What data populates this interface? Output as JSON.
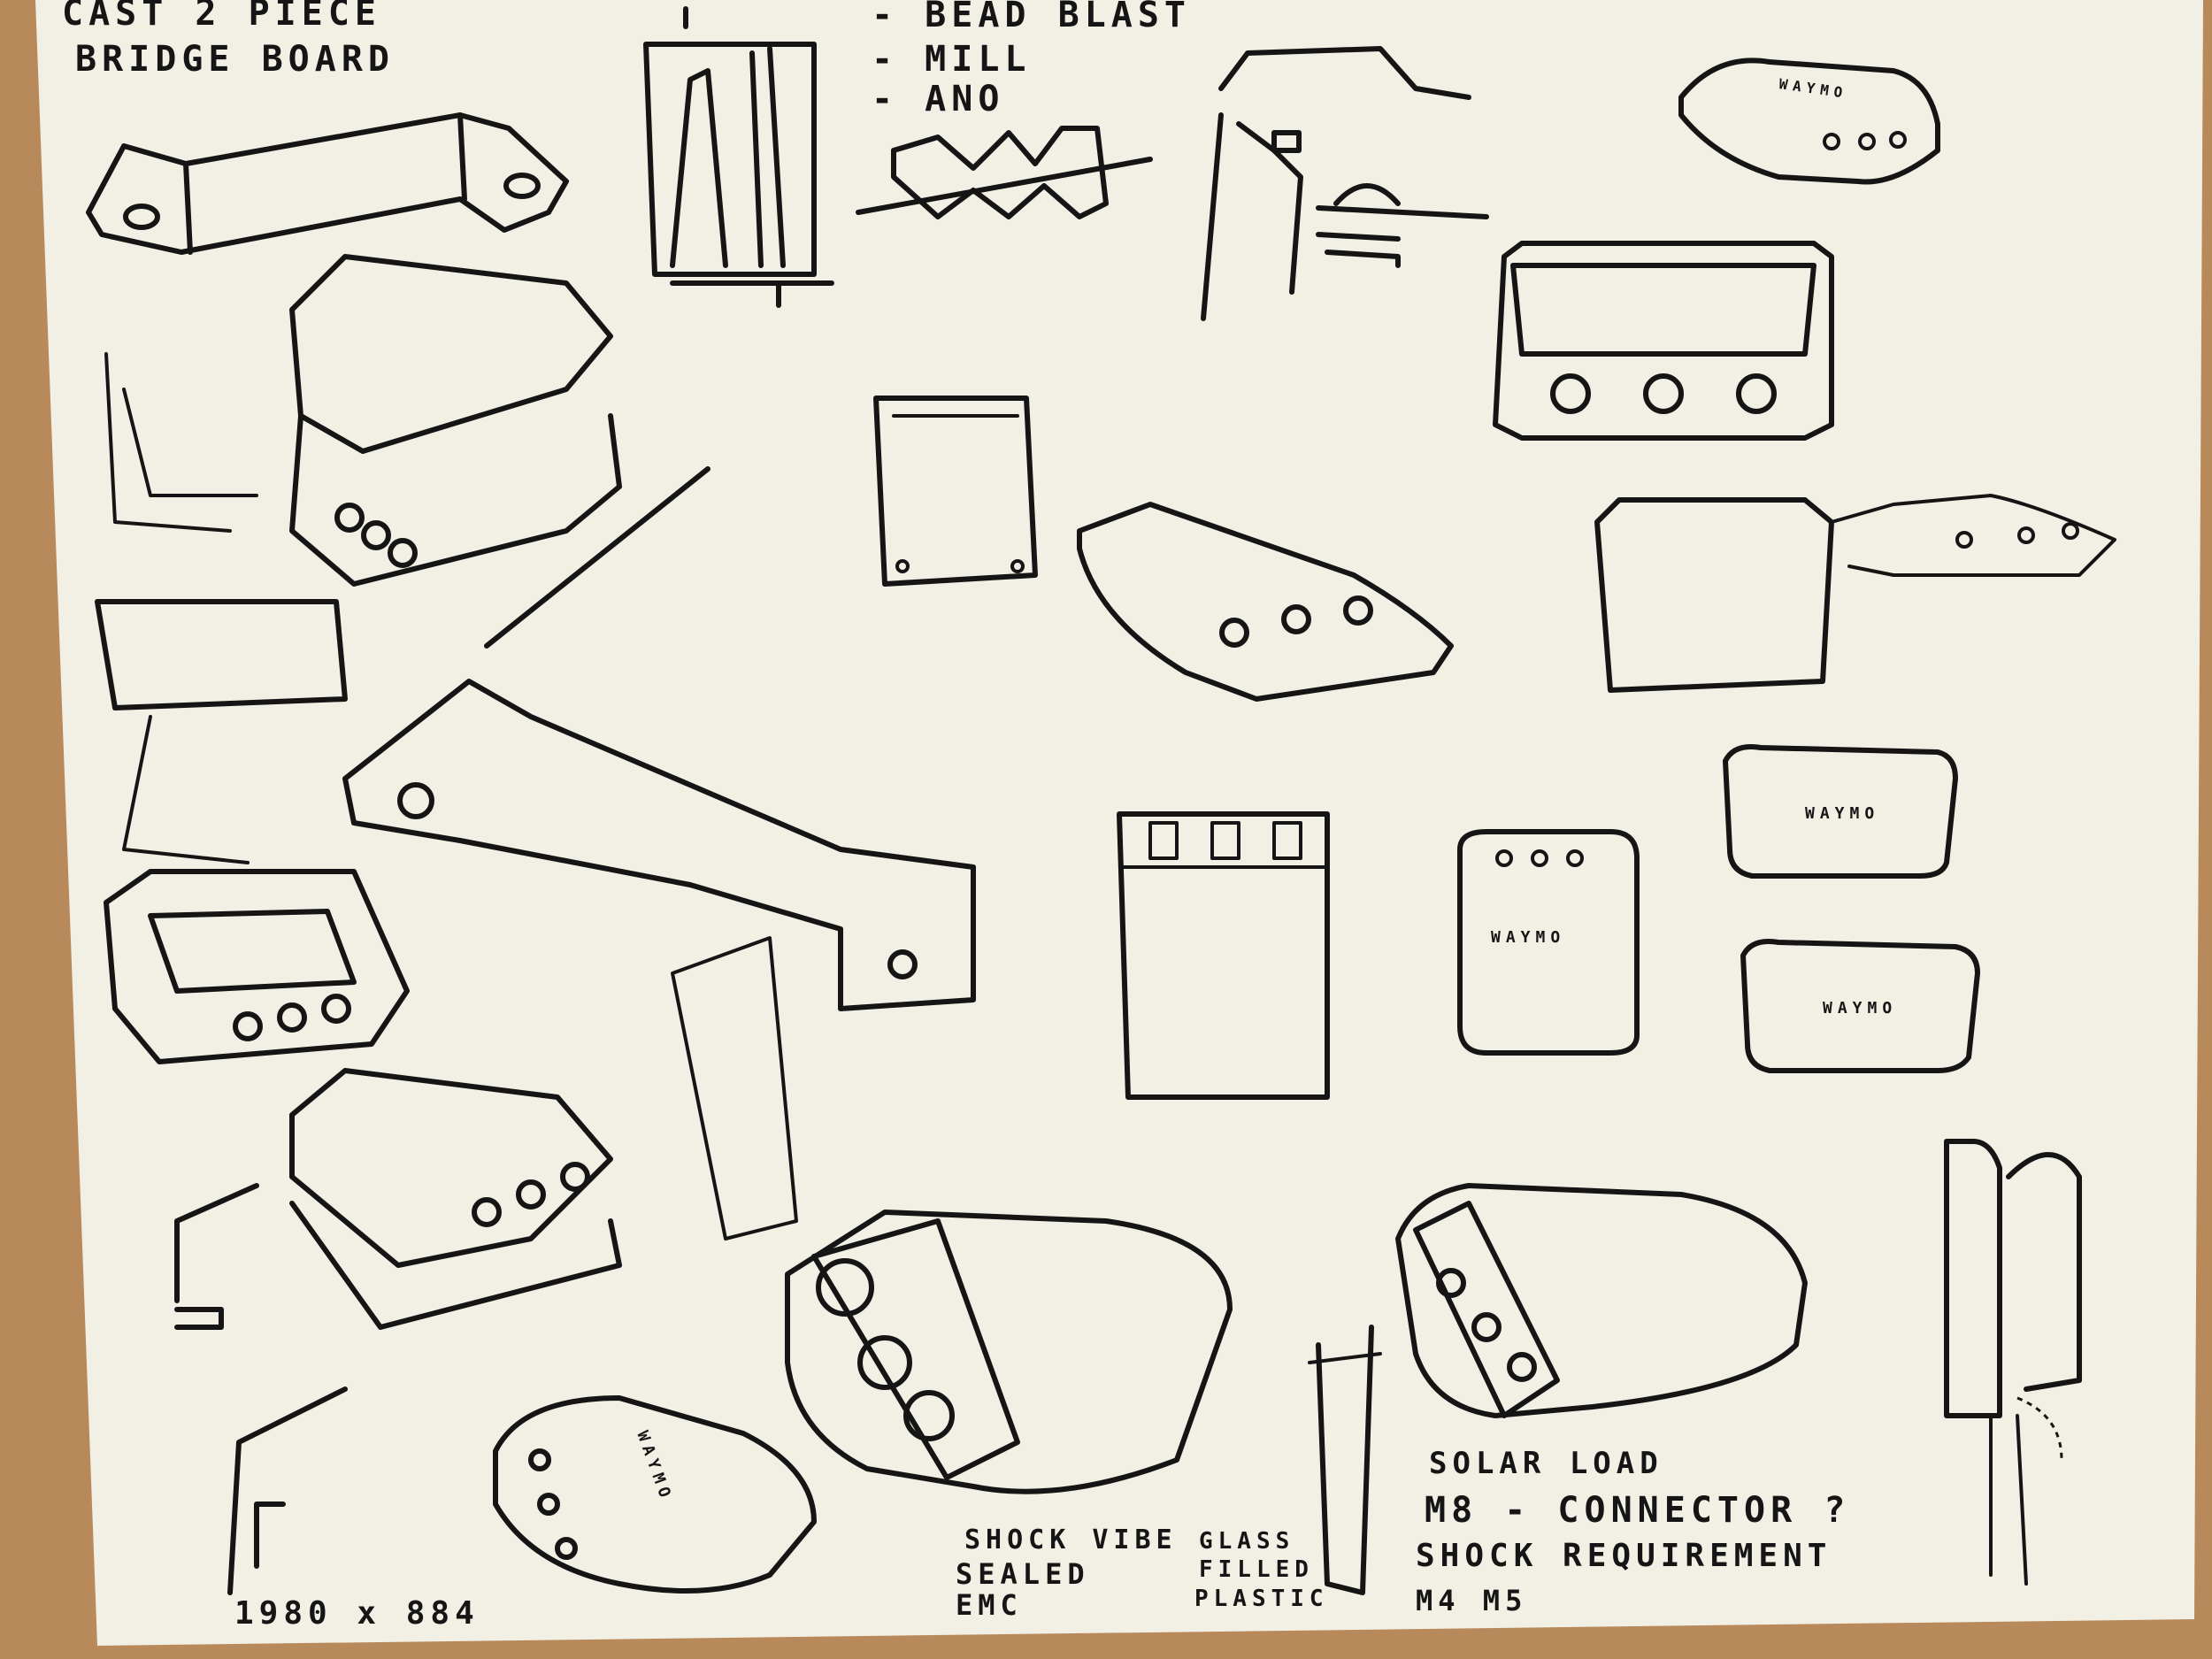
{
  "notes": {
    "cast": "CAST 2 PIECE",
    "bridge": "BRIDGE BOARD",
    "bead": "- BEAD BLAST",
    "mill": "- MILL",
    "ano": "- ANO",
    "solar": "SOLAR LOAD",
    "m8": "M8 - CONNECTOR ?",
    "shock": "SHOCK REQUIREMENT",
    "m4": "M4 M5",
    "shockvibe": "SHOCK VIBE",
    "sealed": "SEALED",
    "emc": "EMC",
    "glass": "GLASS",
    "filled": "FILLED",
    "plastic": "PLASTIC",
    "dims": "1980 x 884"
  },
  "brand_labels": [
    "WAYMO",
    "WAYMO",
    "WAYMO",
    "WAYMO",
    "WAYMO"
  ],
  "colors": {
    "paper": "#f2efe4",
    "ink": "#151515",
    "board": "#b8895a"
  }
}
